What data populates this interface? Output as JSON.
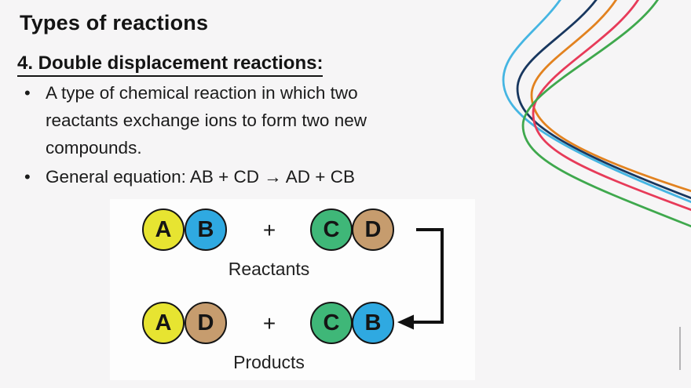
{
  "slide": {
    "title": "Types of reactions",
    "heading": "4. Double displacement reactions:",
    "bullets": [
      "A type of chemical reaction in which two reactants exchange ions to form two new compounds.",
      "General equation: AB + CD → AD + CB"
    ]
  },
  "diagram": {
    "plus_sign": "+",
    "reactants": {
      "label": "Reactants",
      "molecule_left": [
        "A",
        "B"
      ],
      "molecule_right": [
        "C",
        "D"
      ]
    },
    "products": {
      "label": "Products",
      "molecule_left": [
        "A",
        "D"
      ],
      "molecule_right": [
        "C",
        "B"
      ]
    },
    "atom_colors": {
      "A": "#e7e431",
      "B": "#2fa9e1",
      "C": "#3fb778",
      "D": "#c69c6e"
    }
  },
  "decoration": {
    "curve_colors": [
      "#45b5e2",
      "#18375f",
      "#e2821f",
      "#e73b59",
      "#3fa84d"
    ],
    "background": "#f6f5f6",
    "diagram_background": "#fdfdfd"
  }
}
